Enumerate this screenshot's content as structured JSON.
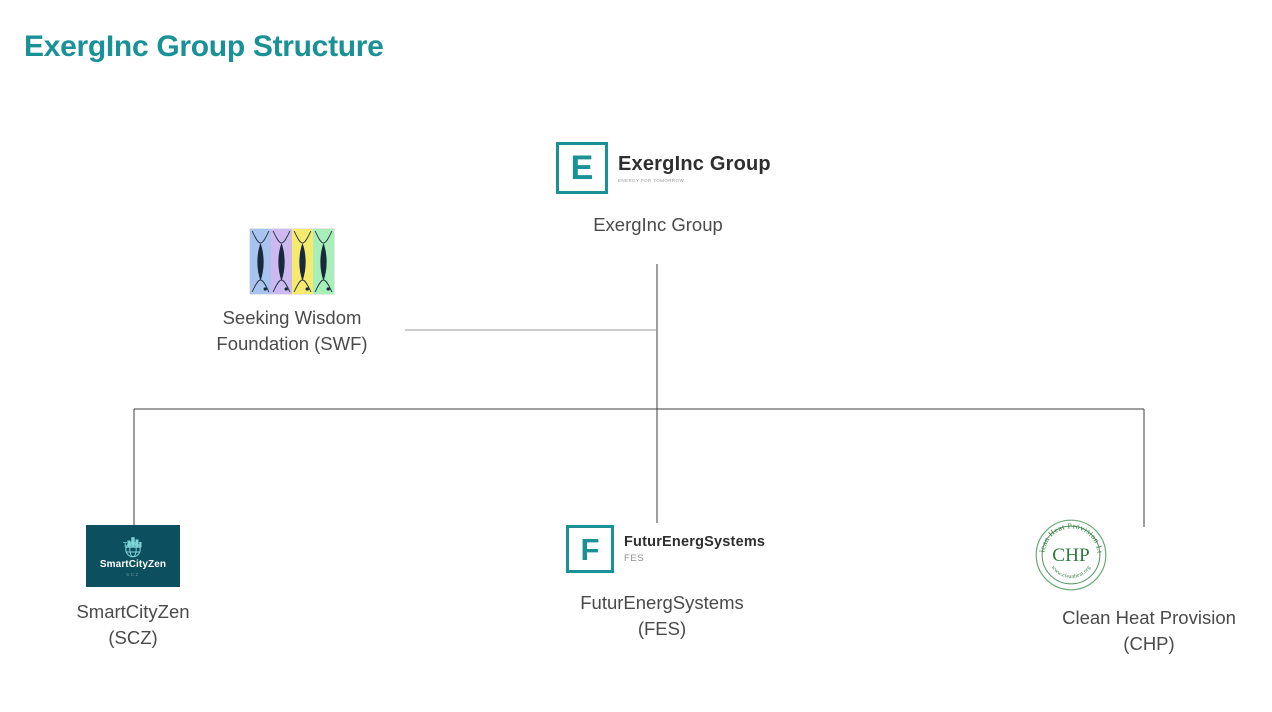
{
  "page": {
    "title": "ExergInc Group Structure",
    "title_color": "#1a9196",
    "background_color": "#ffffff"
  },
  "colors": {
    "brand_teal": "#1a9196",
    "logo_teal_dark": "#0c4f5e",
    "label_gray": "#4a4a4a",
    "connector_gray": "#3f3f3f",
    "chp_green": "#2f7a3f"
  },
  "chart_data": {
    "type": "diagram",
    "diagram_type": "organization-chart",
    "title": "ExergInc Group Structure",
    "nodes": [
      {
        "id": "exerginc",
        "label": "ExergInc Group",
        "level": 0
      },
      {
        "id": "swf",
        "label": "Seeking Wisdom\nFoundation (SWF)",
        "level": 1
      },
      {
        "id": "scz",
        "label": "SmartCityZen\n(SCZ)",
        "level": 2
      },
      {
        "id": "fes",
        "label": "FuturEnergSystems\n(FES)",
        "level": 2
      },
      {
        "id": "chp",
        "label": "Clean Heat Provision\n(CHP)",
        "level": 2
      }
    ],
    "edges": [
      {
        "from": "exerginc",
        "to": "swf"
      },
      {
        "from": "exerginc",
        "to": "scz"
      },
      {
        "from": "exerginc",
        "to": "fes"
      },
      {
        "from": "exerginc",
        "to": "chp"
      }
    ]
  },
  "nodes": {
    "exerginc": {
      "label": "ExergInc Group",
      "logo": {
        "mark_letter": "E",
        "name": "ExergInc Group",
        "tagline": "ENERGY FOR TOMORROW"
      }
    },
    "swf": {
      "label": "Seeking Wisdom\nFoundation (SWF)",
      "logo": {
        "panel_colors": [
          "#a8c4ee",
          "#cdb8f0",
          "#f5ea6e",
          "#a8eeb8"
        ],
        "figure_color": "#1c2b3a"
      }
    },
    "scz": {
      "label": "SmartCityZen\n(SCZ)",
      "logo": {
        "name": "SmartCityZen",
        "tagline": "SCZ",
        "background": "#0c4f5e"
      }
    },
    "fes": {
      "label": "FuturEnergSystems\n(FES)",
      "logo": {
        "mark_letter": "F",
        "name": "FuturEnergSystems",
        "tagline": "FES"
      }
    },
    "chp": {
      "label": "Clean Heat Provision\n(CHP)",
      "logo": {
        "center_text": "CHP",
        "arc_top_text": "Clean Heat Provision Ltd",
        "arc_bottom_text": "www.cleanheat.org",
        "color": "#2f7a3f"
      }
    }
  }
}
